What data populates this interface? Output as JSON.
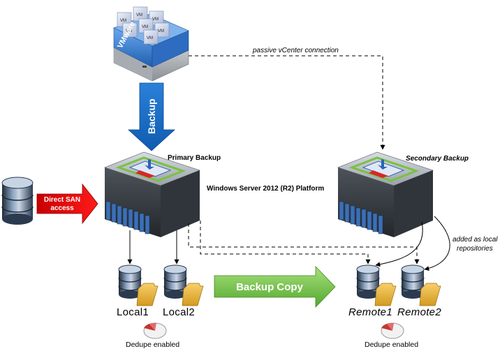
{
  "labels": {
    "vmware": "VMware",
    "vm_tile": "VM",
    "passive_connection": "passive vCenter connection",
    "backup_arrow": "Backup",
    "primary_backup": "Primary Backup",
    "secondary_backup": "Secondary Backup",
    "platform": "Windows Server 2012 (R2) Platform",
    "direct_san_line1": "Direct SAN",
    "direct_san_line2": "access",
    "added_local_line1": "added as local",
    "added_local_line2": "repositories",
    "backup_copy": "Backup Copy",
    "local1": "Local1",
    "local2": "Local2",
    "remote1": "Remote1",
    "remote2": "Remote2",
    "dedupe_left": "Dedupe enabled",
    "dedupe_right": "Dedupe enabled"
  },
  "colors": {
    "backup_arrow": "#1f6fc5",
    "direct_san_arrow": "#e60000",
    "backup_copy_arrow": "#6cc24a",
    "vmware_box": "#3b7fd1",
    "server_body": "#3a3f45",
    "veeam_green": "#7ac142"
  },
  "icons": {
    "esx_host": "vmware-host-icon",
    "server": "veeam-server-icon",
    "database": "database-icon",
    "folder": "folder-icon",
    "dedupe": "pie-chart-icon"
  }
}
